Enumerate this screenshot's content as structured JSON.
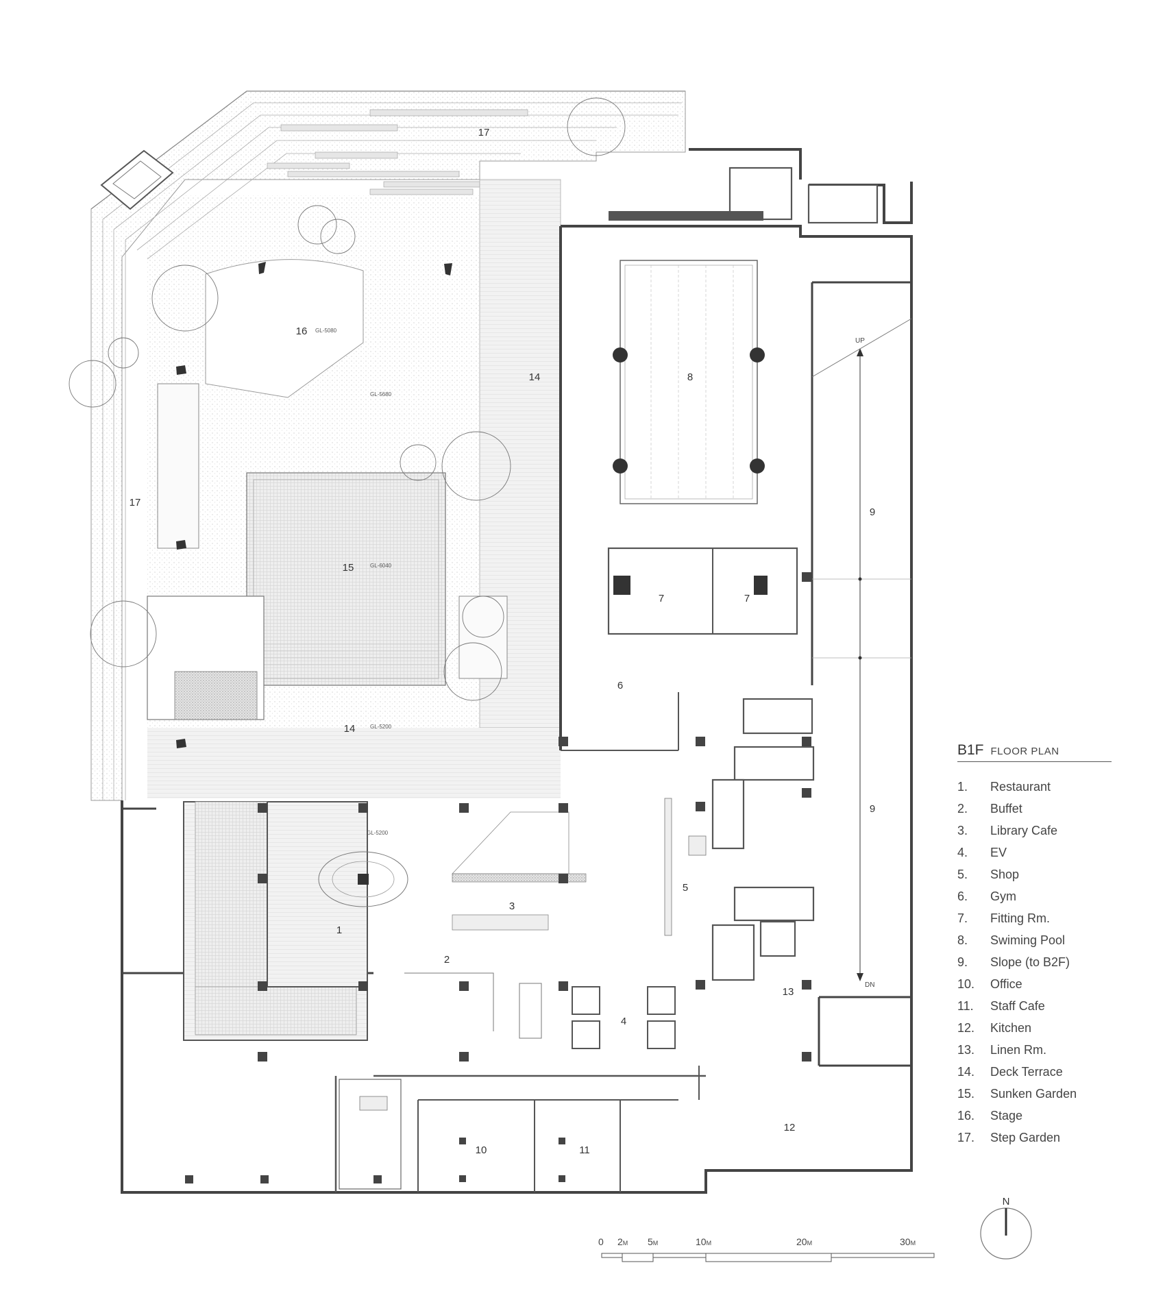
{
  "plan": {
    "title": "B1F",
    "subtitle": "FLOOR PLAN",
    "legend": [
      {
        "num": "1.",
        "name": "Restaurant"
      },
      {
        "num": "2.",
        "name": "Buffet"
      },
      {
        "num": "3.",
        "name": "Library Cafe"
      },
      {
        "num": "4.",
        "name": "EV"
      },
      {
        "num": "5.",
        "name": "Shop"
      },
      {
        "num": "6.",
        "name": "Gym"
      },
      {
        "num": "7.",
        "name": "Fitting Rm."
      },
      {
        "num": "8.",
        "name": "Swiming Pool"
      },
      {
        "num": "9.",
        "name": "Slope (to B2F)"
      },
      {
        "num": "10.",
        "name": "Office"
      },
      {
        "num": "11.",
        "name": "Staff Cafe"
      },
      {
        "num": "12.",
        "name": "Kitchen"
      },
      {
        "num": "13.",
        "name": "Linen Rm."
      },
      {
        "num": "14.",
        "name": "Deck Terrace"
      },
      {
        "num": "15.",
        "name": "Sunken Garden"
      },
      {
        "num": "16.",
        "name": "Stage"
      },
      {
        "num": "17.",
        "name": "Step Garden"
      }
    ],
    "room_labels": {
      "r1": "1",
      "r2": "2",
      "r3": "3",
      "r4": "4",
      "r5": "5",
      "r6": "6",
      "r7a": "7",
      "r7b": "7",
      "r8": "8",
      "r9a": "9",
      "r9b": "9",
      "r10": "10",
      "r11": "11",
      "r12": "12",
      "r13": "13",
      "r14a": "14",
      "r14b": "14",
      "r15": "15",
      "r16": "16",
      "r17a": "17",
      "r17b": "17"
    },
    "levels": {
      "gl_stage": "GL-5080",
      "gl_garden": "GL-5680",
      "gl_sunken": "GL-6040",
      "gl_deck": "GL-5200",
      "gl_rest": "GL-5200"
    },
    "slope": {
      "up": "UP",
      "dn": "DN"
    },
    "north": "N",
    "scale": [
      {
        "num": "0",
        "unit": ""
      },
      {
        "num": "2",
        "unit": "M"
      },
      {
        "num": "5",
        "unit": "M"
      },
      {
        "num": "10",
        "unit": "M"
      },
      {
        "num": "20",
        "unit": "M"
      },
      {
        "num": "30",
        "unit": "M"
      }
    ]
  }
}
